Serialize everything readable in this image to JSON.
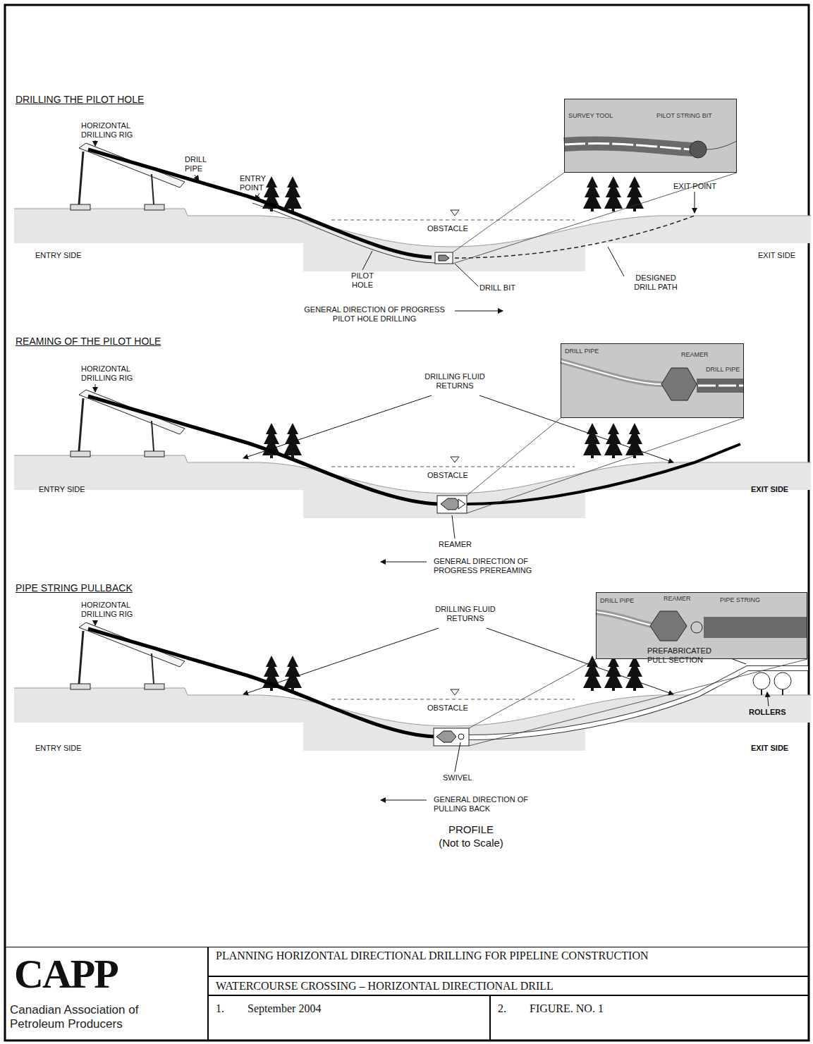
{
  "diagram": {
    "nodes": [
      {
        "text": [
          "SURVEY TOOL",
          "PILOT STRING BIT"
        ]
      },
      {
        "text": [
          "REAMER",
          "DRILL PIPE",
          "DRILL PIPE"
        ]
      },
      {
        "text": [
          "DRILL PIPE",
          "REAMER",
          "PIPE STRING"
        ]
      },
      {
        "text": [
          "CAPP",
          "Canadian Association of Petroleum Producers"
        ]
      },
      {
        "text": [
          "PLANNING HORIZONTAL DIRECTIONAL DRILLING FOR PIPELINE CONSTRUCTION"
        ]
      },
      {
        "text": [
          "WATERCOURSE CROSSING – HORIZONTAL DIRECTIONAL DRILL"
        ]
      },
      {
        "text": [
          "1.",
          "September 2004"
        ]
      },
      {
        "text": [
          "2.",
          "FIGURE. NO. 1"
        ]
      }
    ],
    "labels": [
      "DRILLING THE PILOT HOLE",
      "HORIZONTAL DRILLING RIG",
      "DRILL PIPE",
      "ENTRY POINT",
      "EXIT POINT",
      "OBSTACLE",
      "ENTRY SIDE",
      "EXIT SIDE",
      "PILOT HOLE",
      "DRILL BIT",
      "DESIGNED DRILL PATH",
      "GENERAL DIRECTION OF PROGRESS PILOT HOLE DRILLING",
      "REAMING OF THE PILOT HOLE",
      "HORIZONTAL DRILLING RIG",
      "DRILLING FLUID RETURNS",
      "OBSTACLE",
      "ENTRY SIDE",
      "EXIT SIDE",
      "REAMER",
      "GENERAL DIRECTION OF PROGRESS PREREAMING",
      "PIPE STRING PULLBACK",
      "HORIZONTAL DRILLING RIG",
      "DRILLING FLUID RETURNS",
      "PREFABRICATED PULL SECTION",
      "OBSTACLE",
      "ROLLERS",
      "ENTRY SIDE",
      "EXIT SIDE",
      "SWIVEL",
      "GENERAL DIRECTION OF PULLING BACK",
      "PROFILE",
      "(Not to Scale)"
    ]
  }
}
